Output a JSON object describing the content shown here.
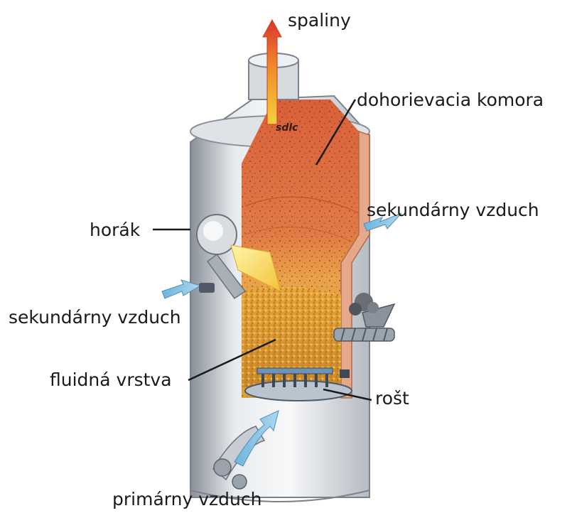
{
  "labels": {
    "flue_gas": "spaliny",
    "afterburning_chamber": "dohorievacia komora",
    "secondary_air_right": "sekundárny vzduch",
    "burner": "horák",
    "secondary_air_left": "sekundárny vzduch",
    "fluidized_bed": "fluidná vrstva",
    "grate": "rošt",
    "primary_air": "primárny vzduch"
  },
  "logo_text": "sdlc"
}
